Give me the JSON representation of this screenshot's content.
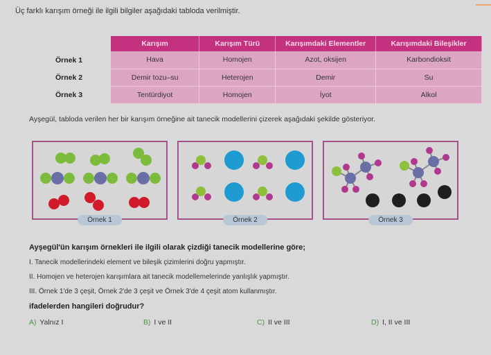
{
  "intro": "Üç farklı karışım örneği ile ilgili bilgiler aşağıdaki tabloda verilmiştir.",
  "table": {
    "headers": [
      "Karışım",
      "Karışım Türü",
      "Karışımdaki Elementler",
      "Karışımdaki Bileşikler"
    ],
    "rows": [
      {
        "label": "Örnek 1",
        "cells": [
          "Hava",
          "Homojen",
          "Azot, oksijen",
          "Karbondioksit"
        ]
      },
      {
        "label": "Örnek 2",
        "cells": [
          "Demir tozu–su",
          "Heterojen",
          "Demir",
          "Su"
        ]
      },
      {
        "label": "Örnek 3",
        "cells": [
          "Tentürdiyot",
          "Homojen",
          "İyot",
          "Alkol"
        ]
      }
    ]
  },
  "description": "Ayşegül, tabloda verilen her bir karışım örneğine ait tanecik modellerini çizerek aşağıdaki şekilde gösteriyor.",
  "panels": [
    "Örnek 1",
    "Örnek 2",
    "Örnek 3"
  ],
  "question": "Ayşegül'ün karışım örnekleri ile ilgili olarak çizdiği tanecik modellerine göre;",
  "statements": [
    "I.  Tanecik modellerindeki element ve bileşik çizimlerini doğru yapmıştır.",
    "II.  Homojen ve heterojen karışımlara ait tanecik modellemelerinde yanlışlık yapmıştır.",
    "III.  Örnek 1'de 3 çeşit, Örnek 2'de 3 çeşit ve Örnek 3'de 4 çeşit atom kullanmıştır."
  ],
  "ask": "ifadelerden hangileri doğrudur?",
  "options": [
    {
      "letter": "A)",
      "text": "Yalnız I"
    },
    {
      "letter": "B)",
      "text": "I ve II"
    },
    {
      "letter": "C)",
      "text": "II ve III"
    },
    {
      "letter": "D)",
      "text": "I, II ve III"
    }
  ],
  "colors": {
    "header_bg": "#c4317e",
    "cell_bg": "#dca6c3",
    "panel_border": "#a5528a",
    "option_letter": "#4d8e4a"
  }
}
